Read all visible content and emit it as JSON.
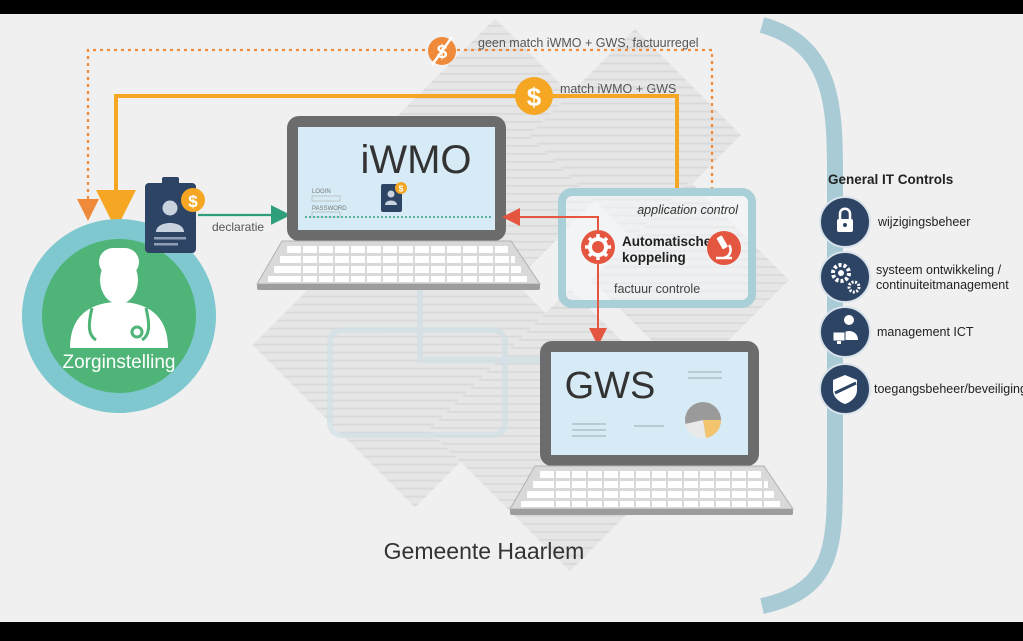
{
  "colors": {
    "background": "#f1f0f0",
    "orange": "#f5a623",
    "dashed_orange": "#ef8a3a",
    "red": "#e4563f",
    "green_arrow": "#2f9e7d",
    "teal_ring": "#7fc8cf",
    "green_circle": "#4fb477",
    "navy": "#2e4465",
    "bracket": "#a9cbd6",
    "laptop_frame": "#6c6c6c",
    "screen": "#d6ebf6",
    "app_box_border": "#a9cfd9"
  },
  "flows": {
    "no_match": "geen match iWMO + GWS, factuurregel",
    "match": "match iWMO + GWS",
    "declaratie": "declaratie"
  },
  "organisation": {
    "label": "Zorginstelling"
  },
  "iwmo": {
    "title": "iWMO",
    "login": "LOGIN",
    "password": "PASSWORD"
  },
  "gws": {
    "title": "GWS"
  },
  "app_control": {
    "label": "application control",
    "auto_line1": "Automatische",
    "auto_line2": "koppeling",
    "factuur": "factuur controle"
  },
  "municipality": "Gemeente Haarlem",
  "controls": {
    "title": "General IT Controls",
    "items": [
      {
        "icon": "lock-icon",
        "label": "wijzigingsbeheer"
      },
      {
        "icon": "gears-icon",
        "label": "systeem ontwikkeling /",
        "label2": "continuiteitmanagement"
      },
      {
        "icon": "person-computer-icon",
        "label": "management ICT"
      },
      {
        "icon": "shield-icon",
        "label": "toegangsbeheer/beveiliging"
      }
    ]
  }
}
